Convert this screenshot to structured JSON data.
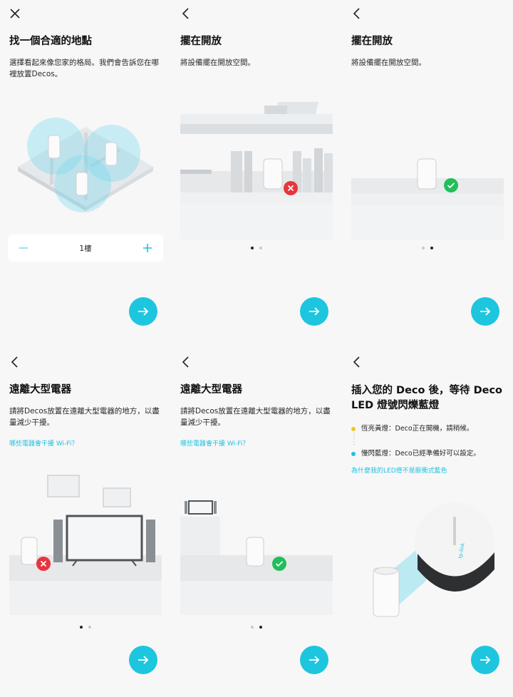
{
  "panels": [
    {
      "nav": "close-icon",
      "title": "找一個合適的地點",
      "desc": "選擇看起來像您家的格局。我們會告訴您在哪裡放置Decos。",
      "floor_selector": {
        "value": "1樓",
        "minus": "−",
        "plus": "+"
      }
    },
    {
      "nav": "back-icon",
      "title": "擺在開放",
      "desc": "將設備擺在開放空間。",
      "page_indicator": {
        "count": 2,
        "active": 1
      },
      "status": "error"
    },
    {
      "nav": "back-icon",
      "title": "擺在開放",
      "desc": "將設備擺在開放空間。",
      "page_indicator": {
        "count": 2,
        "active": 2
      },
      "status": "ok"
    },
    {
      "nav": "back-icon",
      "title": "遠離大型電器",
      "desc": "請將Decos放置在遠離大型電器的地方，以盡量減少干擾。",
      "link": "哪些電器會干擾 Wi-Fi？",
      "page_indicator": {
        "count": 2,
        "active": 1
      },
      "status": "error"
    },
    {
      "nav": "back-icon",
      "title": "遠離大型電器",
      "desc": "請將Decos放置在遠離大型電器的地方，以盡量減少干擾。",
      "link": "哪些電器會干擾 Wi-Fi？",
      "page_indicator": {
        "count": 2,
        "active": 2
      },
      "status": "ok"
    },
    {
      "nav": "back-icon",
      "title": "插入您的 Deco 後，等待 Deco LED 燈號閃爍藍燈",
      "legend": [
        {
          "color": "#f5c518",
          "text": "恆亮黃燈：Deco正在開機，請稍候。"
        },
        {
          "color": "#1ec2dc",
          "text": "慢閃藍燈：Deco已經準備好可以設定。"
        }
      ],
      "link": "為什麼我的LED燈不是脈衝式藍色",
      "device_label": "tp-link"
    }
  ],
  "colors": {
    "accent": "#1dc6de",
    "error": "#e8353d",
    "ok": "#1fbf5a"
  },
  "next_icon": "arrow-right-icon"
}
